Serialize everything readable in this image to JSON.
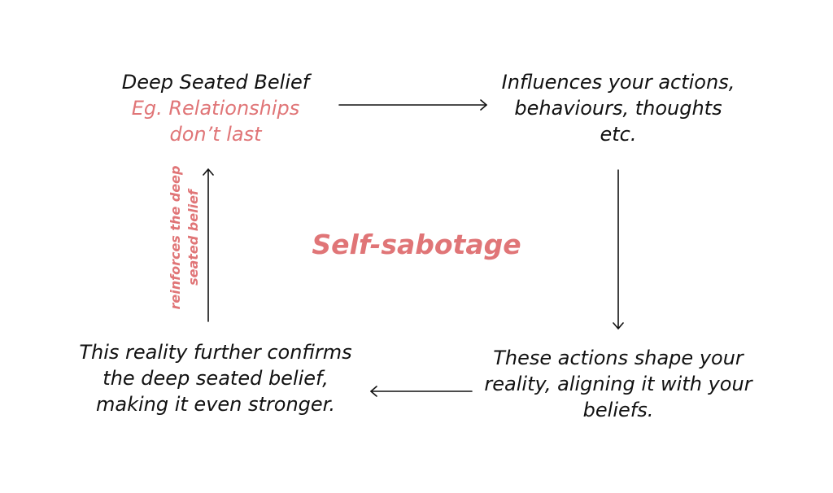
{
  "diagram": {
    "title": "Self-sabotage",
    "nodes": {
      "deep_belief": {
        "line1": "Deep Seated Belief",
        "example_line1": "Eg. Relationships",
        "example_line2": "don’t last"
      },
      "influences": {
        "line1": "Influences your actions,",
        "line2": "behaviours, thoughts",
        "line3": "etc."
      },
      "shape_reality": {
        "line1": "These actions shape your",
        "line2": "reality, aligning it with your",
        "line3": "beliefs."
      },
      "confirms": {
        "line1": "This reality further confirms",
        "line2": "the deep seated belief,",
        "line3": "making it even stronger."
      }
    },
    "edge_label": {
      "line1": "reinforces the deep",
      "line2": "seated belief"
    },
    "colors": {
      "accent": "#e07577",
      "text": "#111111"
    }
  }
}
